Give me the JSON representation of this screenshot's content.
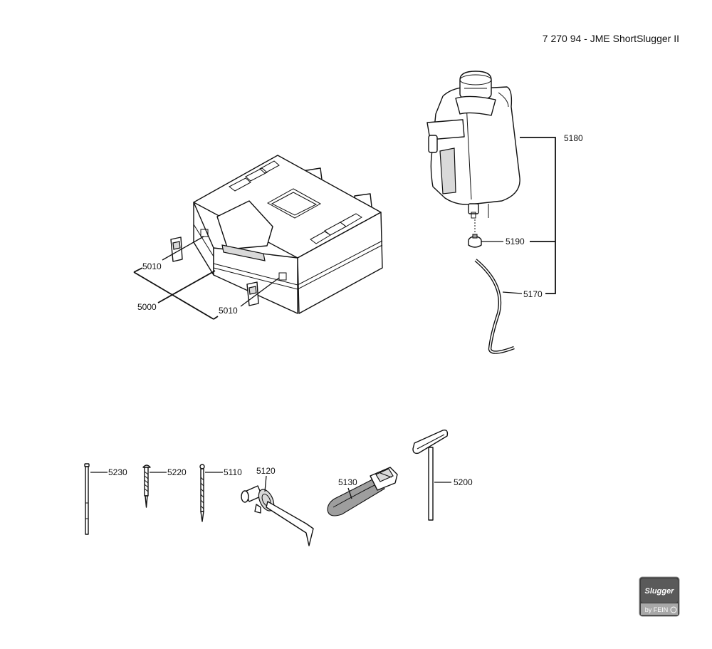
{
  "title": "7 270 94 - JME ShortSlugger II",
  "parts": {
    "p5000": "5000",
    "p5010a": "5010",
    "p5010b": "5010",
    "p5180": "5180",
    "p5190": "5190",
    "p5170": "5170",
    "p5230": "5230",
    "p5220": "5220",
    "p5110": "5110",
    "p5120": "5120",
    "p5130": "5130",
    "p5200": "5200"
  },
  "logo": {
    "brand": "Slugger",
    "sub": "by FEIN"
  },
  "colors": {
    "line": "#111111",
    "shade": "#d9d9d9",
    "logo_bg": "#5a5a5a"
  }
}
